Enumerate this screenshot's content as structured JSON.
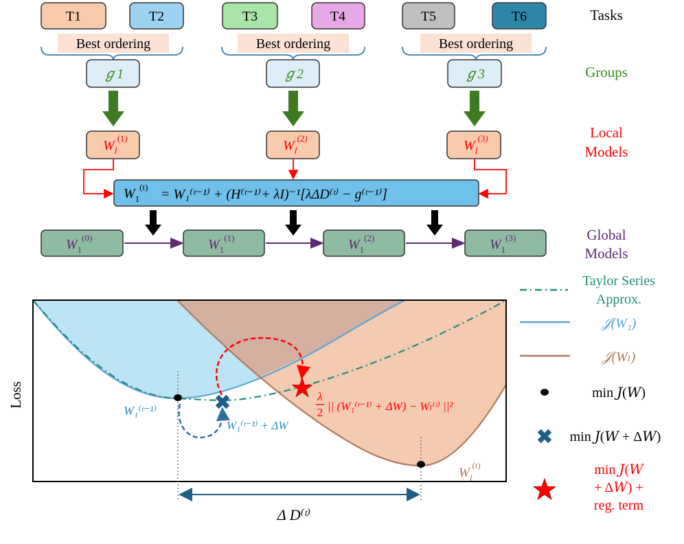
{
  "tasks": {
    "label": "Tasks",
    "items": [
      {
        "name": "T1",
        "fill": "#F8CBAD"
      },
      {
        "name": "T2",
        "fill": "#9DD3F0"
      },
      {
        "name": "T3",
        "fill": "#A9E5A6"
      },
      {
        "name": "T4",
        "fill": "#E6A8E6"
      },
      {
        "name": "T5",
        "fill": "#BFBFBF"
      },
      {
        "name": "T6",
        "fill": "#2E87A8"
      }
    ],
    "ordering_label": "Best ordering"
  },
  "groups": {
    "label": "Groups",
    "items": [
      "ℊ1",
      "ℊ2",
      "ℊ3"
    ],
    "color": "#3A8A1F"
  },
  "local_models": {
    "label_line1": "Local",
    "label_line2": "Models",
    "items": [
      "1",
      "2",
      "3"
    ],
    "color": "#FF0000"
  },
  "update_equation": {
    "lhs": "W",
    "lhs_sub": "1",
    "lhs_sup": "(t)",
    "text": "= W₁⁽ᵗ⁻¹⁾ +  (H⁽ᵗ⁻¹⁾+ λI)⁻¹[λΔD⁽ᵗ⁾ −  g⁽ᵗ⁻¹⁾]"
  },
  "global_models": {
    "label_line1": "Global",
    "label_line2": "Models",
    "items": [
      "(0)",
      "(1)",
      "(2)",
      "(3)"
    ],
    "color": "#5B2C6F"
  },
  "plot": {
    "ylabel": "Loss",
    "start_label": "W₁⁽ᵗ⁻¹⁾",
    "step_label": "W₁⁽ᵗ⁻¹⁾ + ΔW",
    "local_label": "W",
    "local_sub": "l",
    "local_sup": "(t)",
    "reg_fraction_num": "λ",
    "reg_fraction_den": "2",
    "reg_text": "|| (W₁⁽ᵗ⁻¹⁾ + ΔW) −  Wₗ⁽ᵗ⁾ ||²",
    "delta_label": "Δ D⁽ᵗ⁾"
  },
  "legend": {
    "taylor_line1": "Taylor Series",
    "taylor_line2": "Approx.",
    "j_w1": "𝒥(W₁)",
    "j_wl": "𝒥(Wₗ)",
    "min_jw": "min 𝐽(𝑊)",
    "min_jw_dw": "min 𝐽(𝑊 + Δ𝑊)",
    "star_line1": "min 𝐽(𝑊",
    "star_line2": "+ Δ𝑊) +",
    "star_line3": "reg. term",
    "colors": {
      "taylor": "#1E8C7A",
      "blue": "#5BA3D6",
      "brown": "#B07A5C",
      "red": "#FF0000",
      "cross": "#1F5F85"
    }
  }
}
